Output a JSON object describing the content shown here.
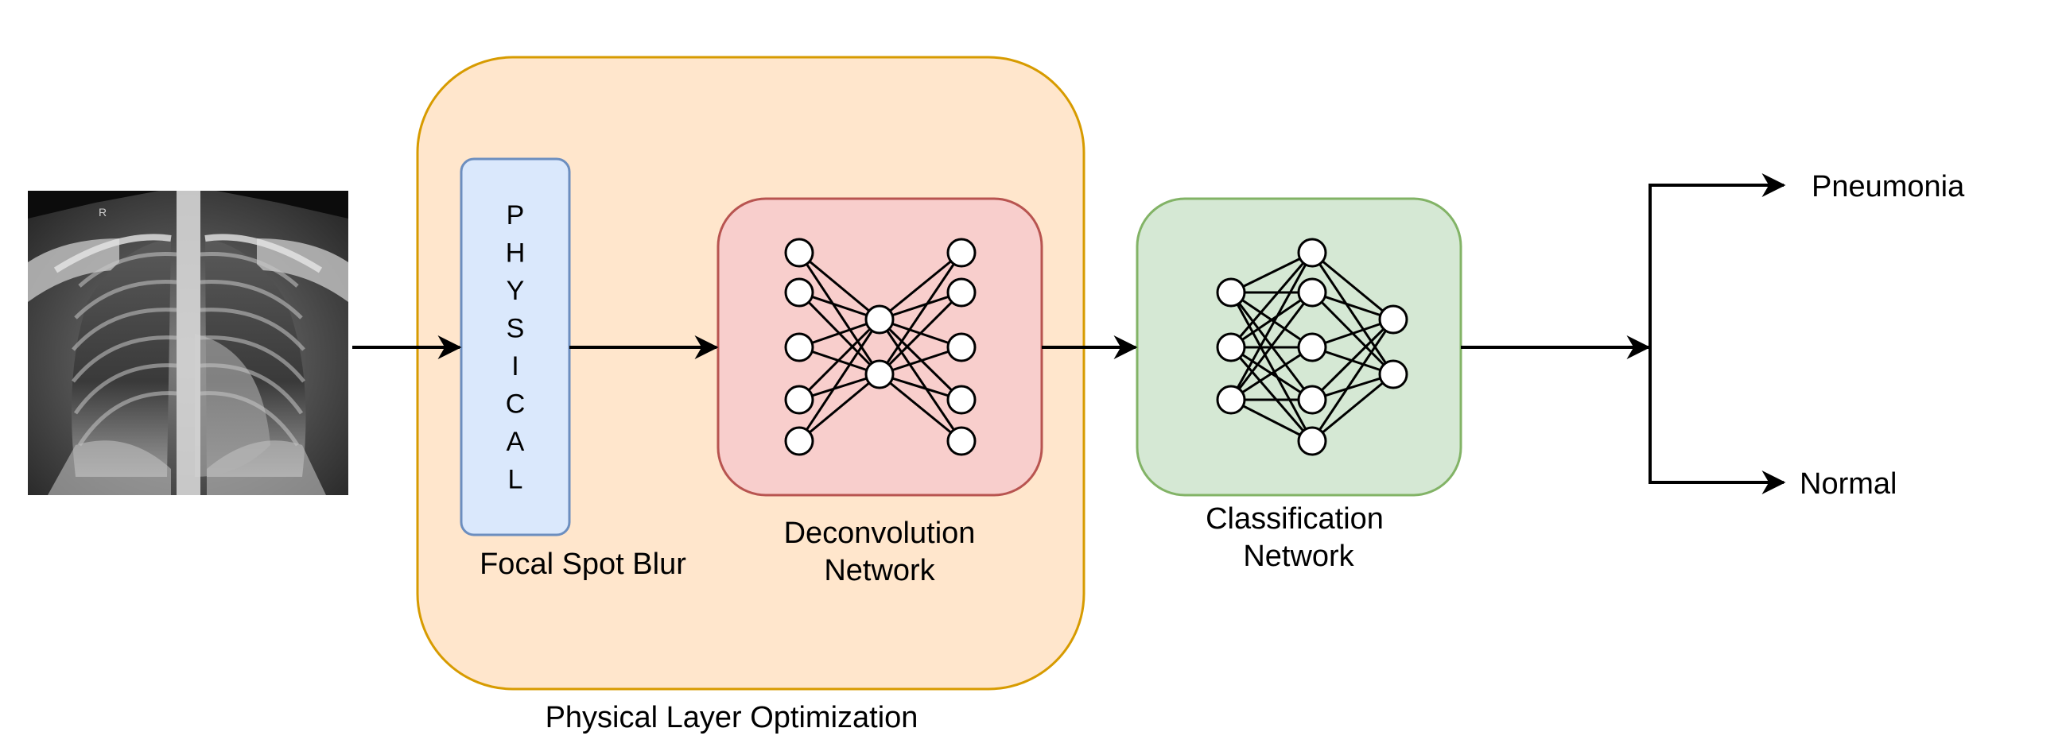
{
  "physical_layer": {
    "title": "Physical Layer Optimization",
    "color_fill": "#ffe6cc",
    "color_stroke": "#d79b00"
  },
  "focal_spot": {
    "letters": [
      "P",
      "H",
      "Y",
      "S",
      "I",
      "C",
      "A",
      "L"
    ],
    "caption": "Focal Spot Blur",
    "color_fill": "#dae8fc",
    "color_stroke": "#6c8ebf"
  },
  "deconvolution": {
    "caption_line1": "Deconvolution",
    "caption_line2": "Network",
    "color_fill": "#f8cecc",
    "color_stroke": "#b85450"
  },
  "classification": {
    "caption_line1": "Classification",
    "caption_line2": "Network",
    "color_fill": "#d5e8d4",
    "color_stroke": "#82b366"
  },
  "outputs": {
    "top": "Pneumonia",
    "bottom": "Normal"
  },
  "input_image": {
    "icon": "chest-xray-image",
    "marker": "R"
  }
}
